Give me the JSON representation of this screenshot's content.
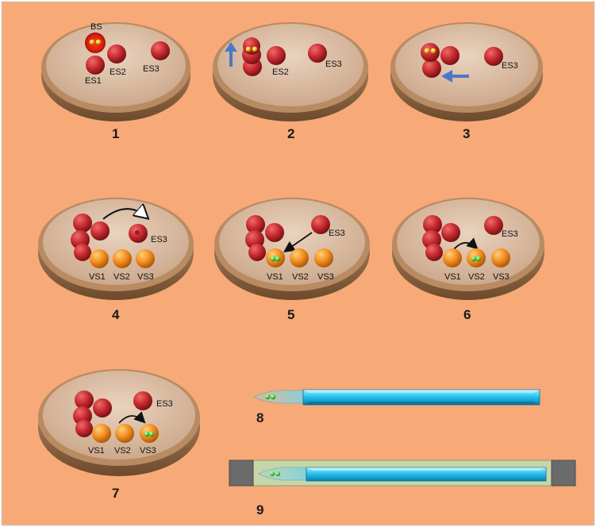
{
  "colors": {
    "background": "#f7a977",
    "dish_rim": "#a77a52",
    "dish_fill": "#d9b79c",
    "drop_red": "#c1272d",
    "drop_orange": "#f08a1c",
    "embryo_green": "#4cd44a",
    "pipette_blue": "#29c3ee"
  },
  "panels": [
    {
      "number": "1",
      "labels": [
        "BS",
        "ES1",
        "ES2",
        "ES3"
      ]
    },
    {
      "number": "2",
      "labels": [
        "ES2",
        "ES3"
      ]
    },
    {
      "number": "3",
      "labels": [
        "ES3"
      ]
    },
    {
      "number": "4",
      "labels": [
        "ES3",
        "VS1",
        "VS2",
        "VS3"
      ]
    },
    {
      "number": "5",
      "labels": [
        "ES3",
        "VS1",
        "VS2",
        "VS3"
      ]
    },
    {
      "number": "6",
      "labels": [
        "ES3",
        "VS1",
        "VS2",
        "VS3"
      ]
    },
    {
      "number": "7",
      "labels": [
        "ES3",
        "VS1",
        "VS2",
        "VS3"
      ]
    },
    {
      "number": "8",
      "labels": []
    },
    {
      "number": "9",
      "labels": []
    }
  ],
  "icons": [
    "blue-arrow-up-icon",
    "blue-arrow-left-icon",
    "curved-arrow-icon",
    "straight-arrow-icon"
  ]
}
